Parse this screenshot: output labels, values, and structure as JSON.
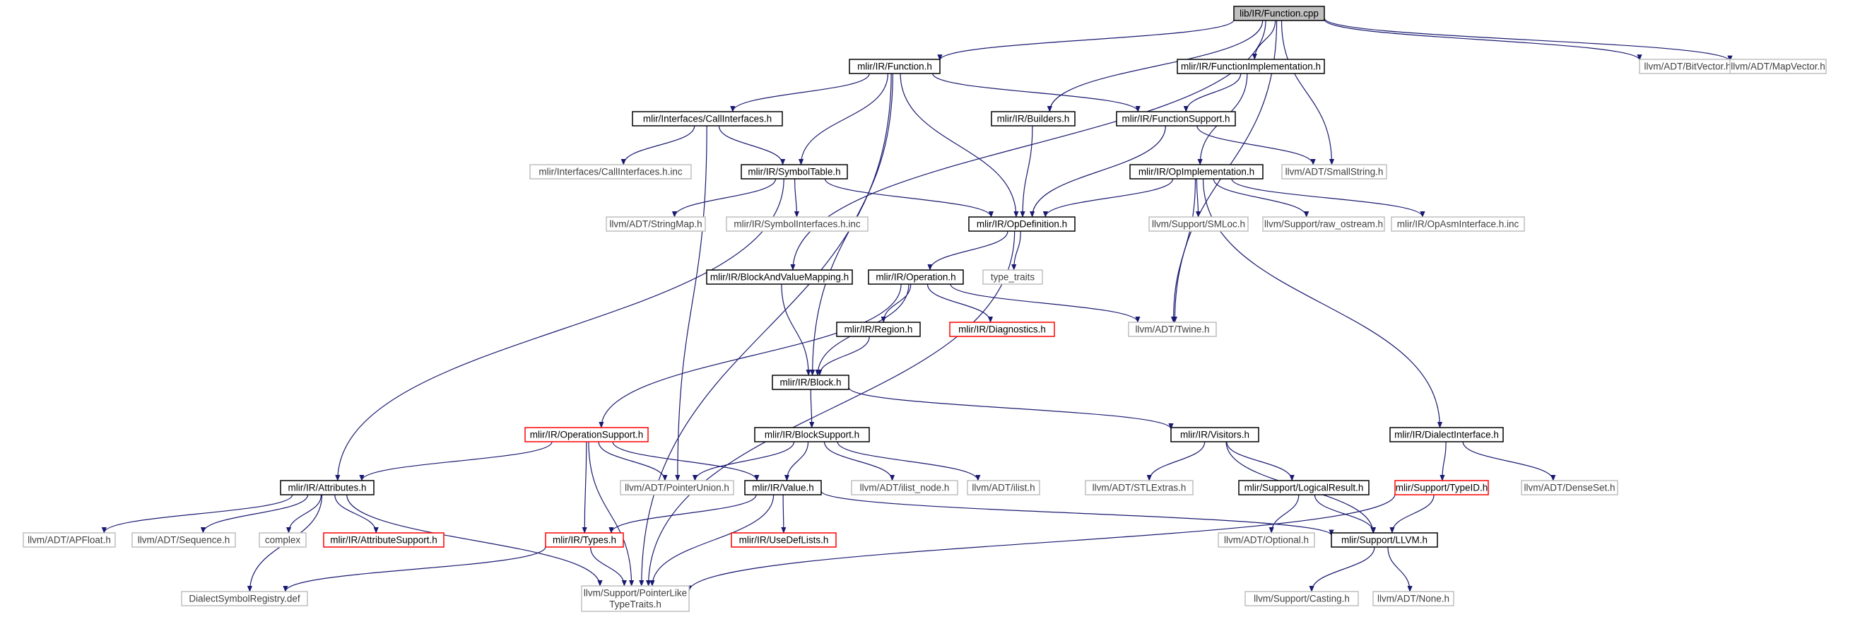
{
  "title": "lib/IR/Function.cpp",
  "colors": {
    "edge": "#191970",
    "root_fill": "#bfbfbf",
    "normal_border": "#000000",
    "external_border": "#bfbfbf",
    "truncated_border": "#ff0000",
    "text_normal": "#000000",
    "text_external": "#404040"
  },
  "nodes": [
    {
      "id": "root",
      "label": "lib/IR/Function.cpp",
      "kind": "root"
    },
    {
      "id": "function_h",
      "label": "mlir/IR/Function.h",
      "kind": "normal"
    },
    {
      "id": "funcimpl_h",
      "label": "mlir/IR/FunctionImplementation.h",
      "kind": "normal"
    },
    {
      "id": "bitvector",
      "label": "llvm/ADT/BitVector.h",
      "kind": "external"
    },
    {
      "id": "mapvector",
      "label": "llvm/ADT/MapVector.h",
      "kind": "external"
    },
    {
      "id": "callif_h",
      "label": "mlir/Interfaces/CallInterfaces.h",
      "kind": "normal"
    },
    {
      "id": "builders_h",
      "label": "mlir/IR/Builders.h",
      "kind": "normal"
    },
    {
      "id": "funcsupport_h",
      "label": "mlir/IR/FunctionSupport.h",
      "kind": "normal"
    },
    {
      "id": "callif_inc",
      "label": "mlir/Interfaces/CallInterfaces.h.inc",
      "kind": "external"
    },
    {
      "id": "symboltable_h",
      "label": "mlir/IR/SymbolTable.h",
      "kind": "normal"
    },
    {
      "id": "opimpl_h",
      "label": "mlir/IR/OpImplementation.h",
      "kind": "normal"
    },
    {
      "id": "smallstring",
      "label": "llvm/ADT/SmallString.h",
      "kind": "external"
    },
    {
      "id": "stringmap",
      "label": "llvm/ADT/StringMap.h",
      "kind": "external"
    },
    {
      "id": "symif_inc",
      "label": "mlir/IR/SymbolInterfaces.h.inc",
      "kind": "external"
    },
    {
      "id": "opdef_h",
      "label": "mlir/IR/OpDefinition.h",
      "kind": "normal"
    },
    {
      "id": "smloc",
      "label": "llvm/Support/SMLoc.h",
      "kind": "external"
    },
    {
      "id": "raw_ostream",
      "label": "llvm/Support/raw_ostream.h",
      "kind": "external"
    },
    {
      "id": "opasm_inc",
      "label": "mlir/IR/OpAsmInterface.h.inc",
      "kind": "external"
    },
    {
      "id": "bvm_h",
      "label": "mlir/IR/BlockAndValueMapping.h",
      "kind": "normal"
    },
    {
      "id": "operation_h",
      "label": "mlir/IR/Operation.h",
      "kind": "normal"
    },
    {
      "id": "type_traits",
      "label": "type_traits",
      "kind": "external"
    },
    {
      "id": "region_h",
      "label": "mlir/IR/Region.h",
      "kind": "normal"
    },
    {
      "id": "diagnostics_h",
      "label": "mlir/IR/Diagnostics.h",
      "kind": "truncated"
    },
    {
      "id": "twine",
      "label": "llvm/ADT/Twine.h",
      "kind": "external"
    },
    {
      "id": "block_h",
      "label": "mlir/IR/Block.h",
      "kind": "normal"
    },
    {
      "id": "opsupport_h",
      "label": "mlir/IR/OperationSupport.h",
      "kind": "truncated"
    },
    {
      "id": "blocksupport_h",
      "label": "mlir/IR/BlockSupport.h",
      "kind": "normal"
    },
    {
      "id": "visitors_h",
      "label": "mlir/IR/Visitors.h",
      "kind": "normal"
    },
    {
      "id": "dialectif_h",
      "label": "mlir/IR/DialectInterface.h",
      "kind": "normal"
    },
    {
      "id": "attributes_h",
      "label": "mlir/IR/Attributes.h",
      "kind": "normal"
    },
    {
      "id": "pointerunion",
      "label": "llvm/ADT/PointerUnion.h",
      "kind": "external"
    },
    {
      "id": "value_h",
      "label": "mlir/IR/Value.h",
      "kind": "normal"
    },
    {
      "id": "ilist_node",
      "label": "llvm/ADT/ilist_node.h",
      "kind": "external"
    },
    {
      "id": "ilist",
      "label": "llvm/ADT/ilist.h",
      "kind": "external"
    },
    {
      "id": "stlextras",
      "label": "llvm/ADT/STLExtras.h",
      "kind": "external"
    },
    {
      "id": "logicalresult_h",
      "label": "mlir/Support/LogicalResult.h",
      "kind": "normal"
    },
    {
      "id": "typeid_h",
      "label": "mlir/Support/TypeID.h",
      "kind": "truncated"
    },
    {
      "id": "denseset",
      "label": "llvm/ADT/DenseSet.h",
      "kind": "external"
    },
    {
      "id": "apfloat",
      "label": "llvm/ADT/APFloat.h",
      "kind": "external"
    },
    {
      "id": "sequence",
      "label": "llvm/ADT/Sequence.h",
      "kind": "external"
    },
    {
      "id": "complex",
      "label": "complex",
      "kind": "external"
    },
    {
      "id": "attrsupport_h",
      "label": "mlir/IR/AttributeSupport.h",
      "kind": "truncated"
    },
    {
      "id": "types_h",
      "label": "mlir/IR/Types.h",
      "kind": "truncated"
    },
    {
      "id": "usedeflists_h",
      "label": "mlir/IR/UseDefLists.h",
      "kind": "truncated"
    },
    {
      "id": "optional",
      "label": "llvm/ADT/Optional.h",
      "kind": "external"
    },
    {
      "id": "llvm_h",
      "label": "mlir/Support/LLVM.h",
      "kind": "normal"
    },
    {
      "id": "dsr_def",
      "label": "DialectSymbolRegistry.def",
      "kind": "external"
    },
    {
      "id": "pltt",
      "label": "llvm/Support/PointerLike\nTypeTraits.h",
      "kind": "external"
    },
    {
      "id": "casting",
      "label": "llvm/Support/Casting.h",
      "kind": "external"
    },
    {
      "id": "none",
      "label": "llvm/ADT/None.h",
      "kind": "external"
    }
  ],
  "edges": [
    [
      "root",
      "function_h"
    ],
    [
      "root",
      "funcimpl_h"
    ],
    [
      "root",
      "bitvector"
    ],
    [
      "root",
      "mapvector"
    ],
    [
      "root",
      "builders_h"
    ],
    [
      "root",
      "smallstring"
    ],
    [
      "root",
      "bvm_h"
    ],
    [
      "root",
      "twine"
    ],
    [
      "function_h",
      "callif_h"
    ],
    [
      "function_h",
      "funcsupport_h"
    ],
    [
      "function_h",
      "symboltable_h"
    ],
    [
      "function_h",
      "opdef_h"
    ],
    [
      "function_h",
      "block_h"
    ],
    [
      "function_h",
      "pltt"
    ],
    [
      "funcimpl_h",
      "funcsupport_h"
    ],
    [
      "funcimpl_h",
      "opimpl_h"
    ],
    [
      "callif_h",
      "callif_inc"
    ],
    [
      "callif_h",
      "symboltable_h"
    ],
    [
      "callif_h",
      "pointerunion"
    ],
    [
      "builders_h",
      "opdef_h"
    ],
    [
      "funcsupport_h",
      "opdef_h"
    ],
    [
      "funcsupport_h",
      "smallstring"
    ],
    [
      "symboltable_h",
      "stringmap"
    ],
    [
      "symboltable_h",
      "symif_inc"
    ],
    [
      "symboltable_h",
      "opdef_h"
    ],
    [
      "symboltable_h",
      "attributes_h"
    ],
    [
      "opimpl_h",
      "opdef_h"
    ],
    [
      "opimpl_h",
      "smloc"
    ],
    [
      "opimpl_h",
      "raw_ostream"
    ],
    [
      "opimpl_h",
      "opasm_inc"
    ],
    [
      "opimpl_h",
      "twine"
    ],
    [
      "opimpl_h",
      "dialectif_h"
    ],
    [
      "opdef_h",
      "operation_h"
    ],
    [
      "opdef_h",
      "type_traits"
    ],
    [
      "opdef_h",
      "pltt"
    ],
    [
      "bvm_h",
      "block_h"
    ],
    [
      "operation_h",
      "region_h"
    ],
    [
      "operation_h",
      "diagnostics_h"
    ],
    [
      "operation_h",
      "twine"
    ],
    [
      "operation_h",
      "block_h"
    ],
    [
      "operation_h",
      "opsupport_h"
    ],
    [
      "region_h",
      "block_h"
    ],
    [
      "block_h",
      "blocksupport_h"
    ],
    [
      "block_h",
      "visitors_h"
    ],
    [
      "opsupport_h",
      "attributes_h"
    ],
    [
      "opsupport_h",
      "pointerunion"
    ],
    [
      "opsupport_h",
      "value_h"
    ],
    [
      "opsupport_h",
      "types_h"
    ],
    [
      "opsupport_h",
      "pltt"
    ],
    [
      "blocksupport_h",
      "pointerunion"
    ],
    [
      "blocksupport_h",
      "value_h"
    ],
    [
      "blocksupport_h",
      "ilist_node"
    ],
    [
      "blocksupport_h",
      "ilist"
    ],
    [
      "visitors_h",
      "stlextras"
    ],
    [
      "visitors_h",
      "logicalresult_h"
    ],
    [
      "visitors_h",
      "llvm_h"
    ],
    [
      "dialectif_h",
      "typeid_h"
    ],
    [
      "dialectif_h",
      "denseset"
    ],
    [
      "attributes_h",
      "apfloat"
    ],
    [
      "attributes_h",
      "sequence"
    ],
    [
      "attributes_h",
      "complex"
    ],
    [
      "attributes_h",
      "attrsupport_h"
    ],
    [
      "attributes_h",
      "dsr_def"
    ],
    [
      "attributes_h",
      "pltt"
    ],
    [
      "value_h",
      "types_h"
    ],
    [
      "value_h",
      "usedeflists_h"
    ],
    [
      "value_h",
      "pltt"
    ],
    [
      "value_h",
      "llvm_h"
    ],
    [
      "logicalresult_h",
      "optional"
    ],
    [
      "logicalresult_h",
      "llvm_h"
    ],
    [
      "typeid_h",
      "llvm_h"
    ],
    [
      "typeid_h",
      "pltt"
    ],
    [
      "types_h",
      "dsr_def"
    ],
    [
      "types_h",
      "pltt"
    ],
    [
      "llvm_h",
      "casting"
    ],
    [
      "llvm_h",
      "none"
    ]
  ]
}
